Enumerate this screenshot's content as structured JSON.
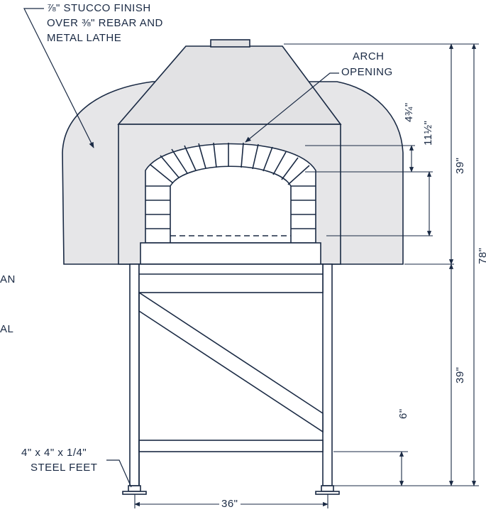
{
  "callouts": {
    "stucco": [
      "⅞\" STUCCO FINISH",
      "OVER ⅜\" REBAR AND",
      "METAL LATHE"
    ],
    "arch": [
      "ARCH",
      "OPENING"
    ],
    "feet": [
      "4\" x 4\" x 1/4\"",
      "STEEL FEET"
    ],
    "left_cut_1": "AN",
    "left_cut_2": "AL"
  },
  "dimensions": {
    "arch_rise": "4¾\"",
    "opening_height": "11½\"",
    "dome_height": "39\"",
    "stand_height": "39\"",
    "total_height": "78\"",
    "shelf_height": "6\"",
    "width": "36\""
  },
  "colors": {
    "line": "#1a2a44",
    "dome_fill": "#e6e6e8",
    "hood_fill": "#e2e2e4"
  }
}
